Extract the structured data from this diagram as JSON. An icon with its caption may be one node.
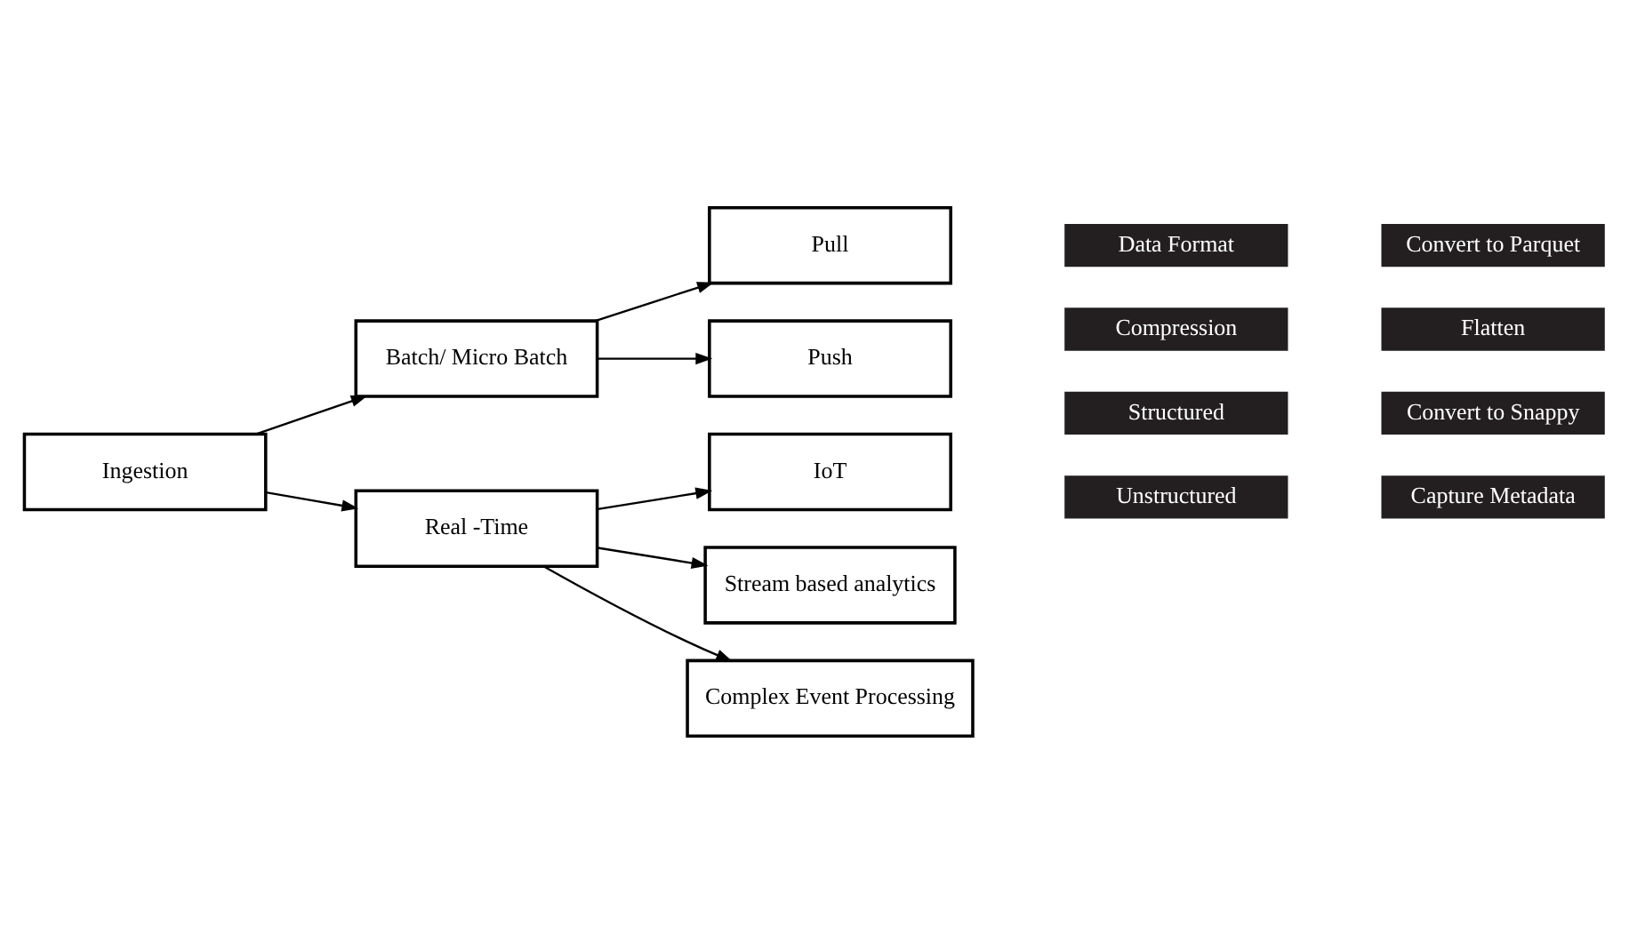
{
  "diagram": {
    "nodes": [
      {
        "text": [
          "Ingestion"
        ]
      },
      {
        "text": [
          "Batch/ Micro Batch"
        ]
      },
      {
        "text": [
          "Pull"
        ]
      },
      {
        "text": [
          "Push"
        ]
      },
      {
        "text": [
          "Real -Time"
        ]
      },
      {
        "text": [
          "IoT"
        ]
      },
      {
        "text": [
          "Stream based analytics"
        ]
      },
      {
        "text": [
          "Complex Event Processing"
        ]
      },
      {
        "text": [
          "Data Format"
        ]
      },
      {
        "text": [
          "Compression"
        ]
      },
      {
        "text": [
          "Structured"
        ]
      },
      {
        "text": [
          "Unstructured"
        ]
      },
      {
        "text": [
          "Convert to Parquet"
        ]
      },
      {
        "text": [
          "Flatten"
        ]
      },
      {
        "text": [
          "Convert to Snappy"
        ]
      },
      {
        "text": [
          "Capture Metadata"
        ]
      }
    ],
    "edges": [
      {
        "from": 0,
        "to": 1,
        "arrow": "to"
      },
      {
        "from": 0,
        "to": 4,
        "arrow": "to"
      },
      {
        "from": 1,
        "to": 2,
        "arrow": "to"
      },
      {
        "from": 1,
        "to": 3,
        "arrow": "to"
      },
      {
        "from": 4,
        "to": 5,
        "arrow": "to"
      },
      {
        "from": 4,
        "to": 6,
        "arrow": "to"
      },
      {
        "from": 4,
        "to": 7,
        "arrow": "to"
      }
    ]
  }
}
